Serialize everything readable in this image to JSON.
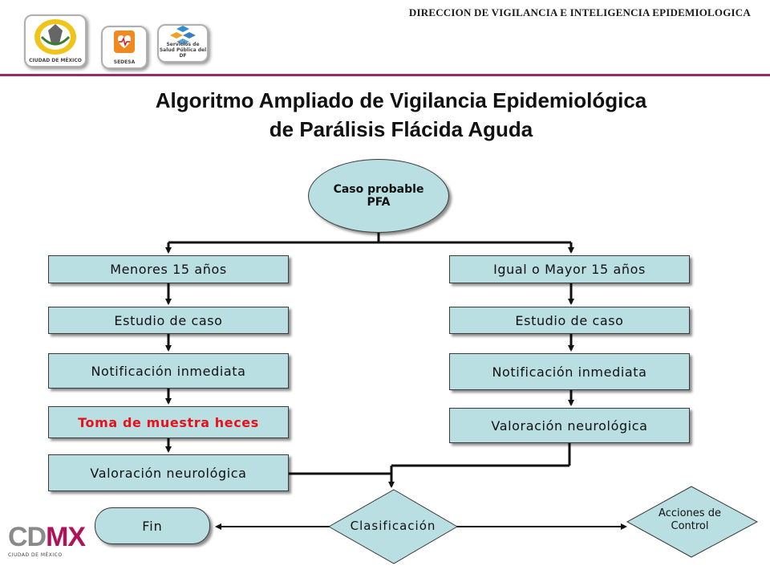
{
  "header": {
    "org_name": "DIRECCION DE VIGILANCIA E INTELIGENCIA EPIDEMIOLOGICA",
    "logos": {
      "cdmx_caption": "CIUDAD DE MÉXICO",
      "sedesa_caption": "SEDESA",
      "salud_caption": "Servicios de Salud Pública del DF",
      "cdmx_word_a": "CD",
      "cdmx_word_b": "MX",
      "cdmx_sub": "CIUDAD DE MÉXICO"
    }
  },
  "title": {
    "line1": "Algoritmo Ampliado de Vigilancia Epidemiológica",
    "line2": "de Parálisis Flácida Aguda"
  },
  "diagram": {
    "start": {
      "line1": "Caso probable",
      "line2": "PFA"
    },
    "left_branch": {
      "header": "Menores 15 años",
      "steps": [
        "Estudio de caso",
        "Notificación inmediata",
        "Toma de muestra heces",
        "Valoración neurológica"
      ]
    },
    "right_branch": {
      "header": "Igual o Mayor 15 años",
      "steps": [
        "Estudio de caso",
        "Notificación inmediata",
        "Valoración neurológica"
      ]
    },
    "decision": "Clasificación",
    "end": "Fin",
    "action": {
      "line1": "Acciones de",
      "line2": "Control"
    },
    "colors": {
      "node_fill": "#b9dfe3",
      "highlight_text": "#e8101a",
      "divider": "#9c2a63"
    }
  }
}
